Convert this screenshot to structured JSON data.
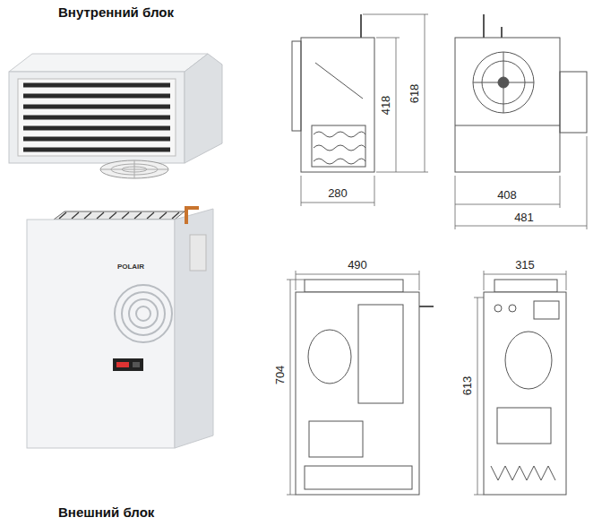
{
  "diagram": {
    "labels": [
      "Внутренний блок",
      "280",
      "418",
      "618",
      "408",
      "481",
      "POLAIR",
      "490",
      "315",
      "704",
      "613",
      "Внешний блок"
    ]
  }
}
